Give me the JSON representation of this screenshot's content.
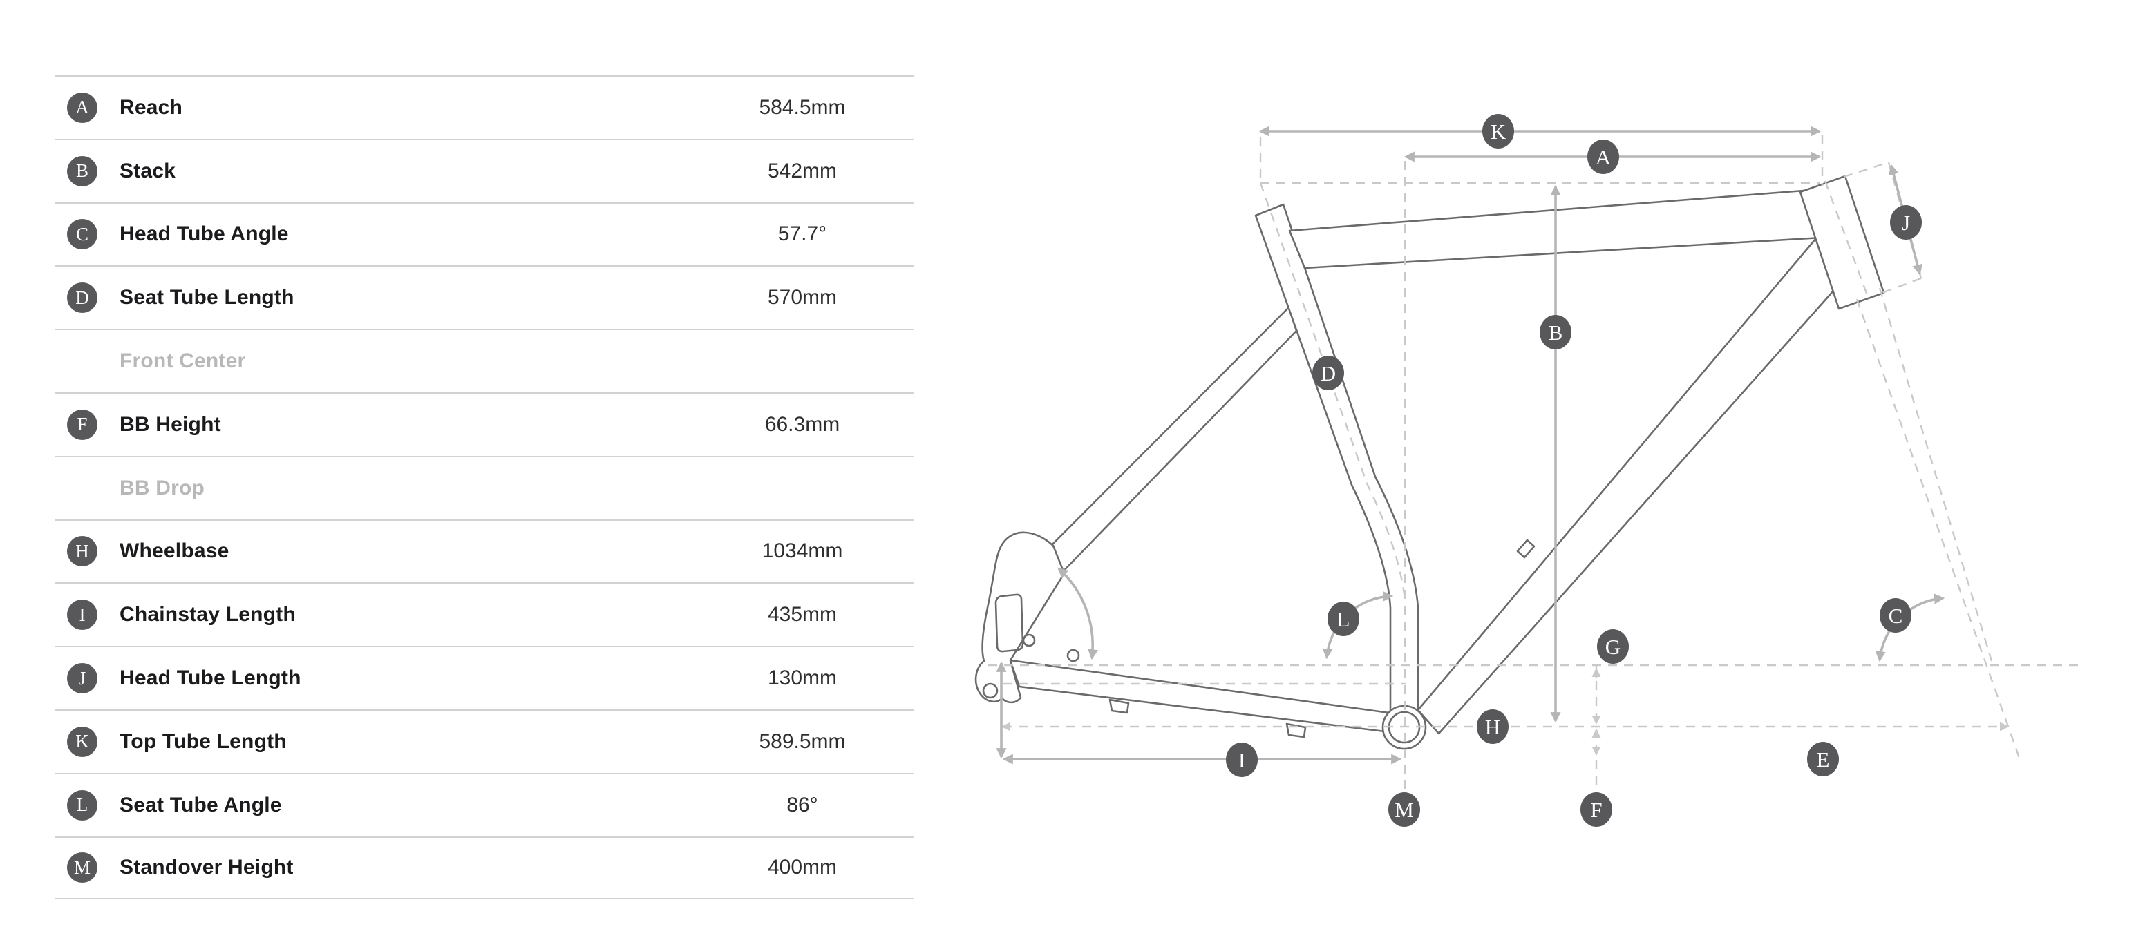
{
  "table": {
    "rows": [
      {
        "letter": "A",
        "label": "Reach",
        "value": "584.5mm",
        "disabled": false
      },
      {
        "letter": "B",
        "label": "Stack",
        "value": "542mm",
        "disabled": false
      },
      {
        "letter": "C",
        "label": "Head Tube Angle",
        "value": "57.7°",
        "disabled": false
      },
      {
        "letter": "D",
        "label": "Seat Tube Length",
        "value": "570mm",
        "disabled": false
      },
      {
        "letter": "",
        "label": "Front Center",
        "value": "",
        "disabled": true
      },
      {
        "letter": "F",
        "label": "BB Height",
        "value": "66.3mm",
        "disabled": false
      },
      {
        "letter": "",
        "label": "BB Drop",
        "value": "",
        "disabled": true
      },
      {
        "letter": "H",
        "label": "Wheelbase",
        "value": "1034mm",
        "disabled": false
      },
      {
        "letter": "I",
        "label": "Chainstay Length",
        "value": "435mm",
        "disabled": false
      },
      {
        "letter": "J",
        "label": "Head Tube Length",
        "value": "130mm",
        "disabled": false
      },
      {
        "letter": "K",
        "label": "Top Tube Length",
        "value": "589.5mm",
        "disabled": false
      },
      {
        "letter": "L",
        "label": "Seat Tube Angle",
        "value": "86°",
        "disabled": false
      },
      {
        "letter": "M",
        "label": "Standover Height",
        "value": "400mm",
        "disabled": false
      }
    ]
  },
  "diagram": {
    "badges": [
      {
        "letter": "K"
      },
      {
        "letter": "A"
      },
      {
        "letter": "J"
      },
      {
        "letter": "B"
      },
      {
        "letter": "D"
      },
      {
        "letter": "L"
      },
      {
        "letter": "C"
      },
      {
        "letter": "G"
      },
      {
        "letter": "H"
      },
      {
        "letter": "I"
      },
      {
        "letter": "E"
      },
      {
        "letter": "M"
      },
      {
        "letter": "F"
      }
    ]
  },
  "colors": {
    "badge_fill": "#58585a",
    "badge_letter": "#ffffff",
    "frame_stroke": "#6a6a6a",
    "dimension_stroke": "#b5b5b5",
    "dashed_stroke": "#c9c9c9",
    "divider": "#d2d2d2",
    "label_text": "#1b1b1d",
    "value_text": "#2e2e30",
    "disabled_text": "#b8b8b8",
    "background": "#ffffff"
  }
}
